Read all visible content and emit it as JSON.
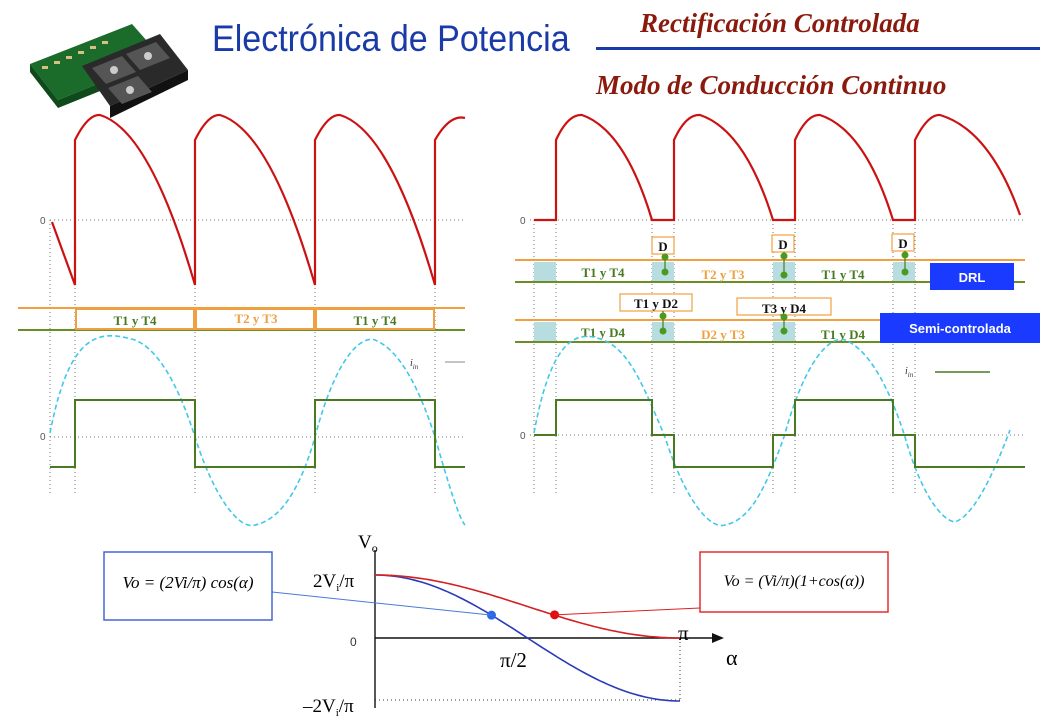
{
  "header": {
    "title": "Electrónica de Potencia",
    "subtitle_1": "Rectificación Controlada",
    "subtitle_2": "Modo de Conducción Continuo",
    "logo": "power-module-pcb-icon"
  },
  "left_panel": {
    "intervals": [
      "T1 y T4",
      "T2 y T3",
      "T1 y T4"
    ],
    "zero_tick": "0",
    "current_label": "i",
    "current_subscript": "in"
  },
  "right_panel": {
    "top_intervals": [
      "T1 y T4",
      "T2 y T3",
      "T1 y T4"
    ],
    "bottom_intervals": [
      "T1 y D4",
      "D2 y T3",
      "T1 y D4"
    ],
    "diode_labels": [
      "D",
      "D",
      "D"
    ],
    "mid_labels": [
      "T1 y D2",
      "T3 y D4"
    ],
    "drl_label": "DRL",
    "semi_label": "Semi-controlada",
    "zero_tick": "0",
    "current_label": "i",
    "current_subscript": "in"
  },
  "bottom_chart": {
    "y_axis_label": "V",
    "y_axis_subscript": "o",
    "x_axis_label": "α",
    "ytick_top": "2V",
    "ytick_top_sub": "i",
    "ytick_top_tail": "/π",
    "ytick_zero": "0",
    "ytick_bottom": "–2V",
    "ytick_bottom_sub": "i",
    "ytick_bottom_tail": "/π",
    "xtick_half_pi": "π/2",
    "xtick_pi": "π",
    "formula_blue": "Vo = (2Vi/π) cos(α)",
    "formula_red": "Vo = (Vi/π)(1+cos(α))"
  },
  "colors": {
    "title_blue": "#1a3aa8",
    "subtitle_red": "#8b1a0e",
    "output_voltage": "#cc1111",
    "thyristor_band": "#f0a040",
    "diode_band": "#6a8e23",
    "current_sine": "#40c8e8",
    "current_square": "#4a7a20",
    "badge": "#1a3aff",
    "curve_full": "#2a3ab8",
    "curve_semi": "#d42020"
  },
  "chart_data": {
    "type": "line",
    "x": [
      0,
      0.785,
      1.571,
      2.356,
      3.1416
    ],
    "series": [
      {
        "values": [
          0.6366,
          0.4502,
          0,
          -0.4502,
          -0.6366
        ]
      },
      {
        "values": [
          0.6366,
          0.5434,
          0.3183,
          0.0932,
          0
        ]
      }
    ],
    "xlabel": "α",
    "ylabel": "Vo",
    "markers": [
      {
        "x": 1.2,
        "y": 0.2307
      },
      {
        "x": 1.85,
        "y": 0.234
      }
    ]
  }
}
